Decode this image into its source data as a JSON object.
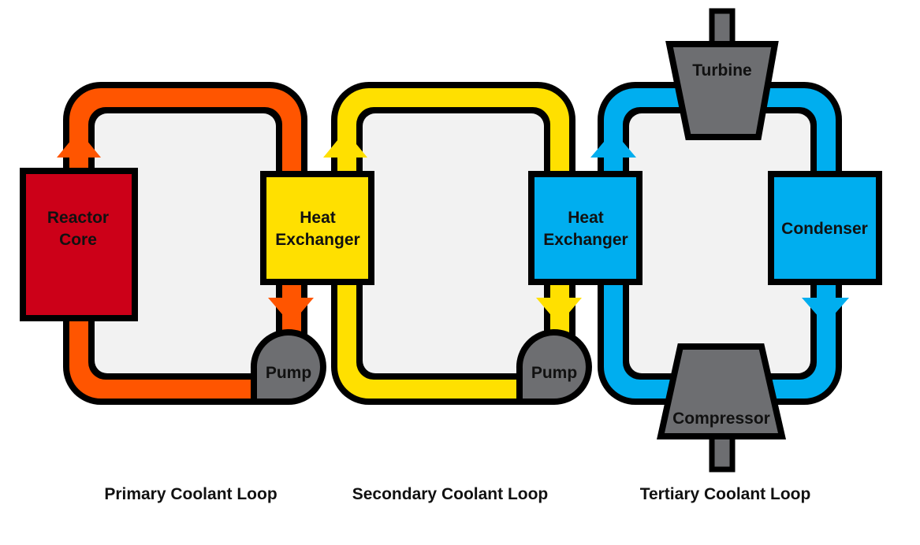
{
  "colors": {
    "primary_loop": "#FF5500",
    "secondary_loop": "#FFE000",
    "tertiary_loop": "#00AEEF",
    "reactor_core": "#CC0018",
    "heat_exchanger_primary": "#FFE000",
    "heat_exchanger_secondary": "#00AEEF",
    "condenser": "#00AEEF",
    "machinery": "#6D6E71",
    "loop_interior": "#F2F2F2",
    "outline": "#000000"
  },
  "components": {
    "reactor_core": {
      "line1": "Reactor",
      "line2": "Core"
    },
    "heat_exchanger_1": {
      "line1": "Heat",
      "line2": "Exchanger"
    },
    "heat_exchanger_2": {
      "line1": "Heat",
      "line2": "Exchanger"
    },
    "pump_1": "Pump",
    "pump_2": "Pump",
    "turbine": "Turbine",
    "condenser": "Condenser",
    "compressor": "Compressor"
  },
  "captions": {
    "primary": "Primary Coolant Loop",
    "secondary": "Secondary Coolant Loop",
    "tertiary": "Tertiary Coolant Loop"
  }
}
